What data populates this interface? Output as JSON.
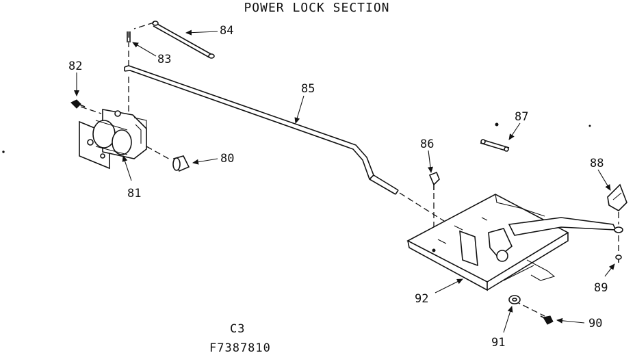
{
  "title": "POWER LOCK SECTION",
  "footer": {
    "code": "C3",
    "model": "F7387810"
  },
  "callouts": {
    "p80": "80",
    "p81": "81",
    "p82": "82",
    "p83": "83",
    "p84": "84",
    "p85": "85",
    "p86": "86",
    "p87": "87",
    "p88": "88",
    "p89": "89",
    "p90": "90",
    "p91": "91",
    "p92": "92"
  }
}
